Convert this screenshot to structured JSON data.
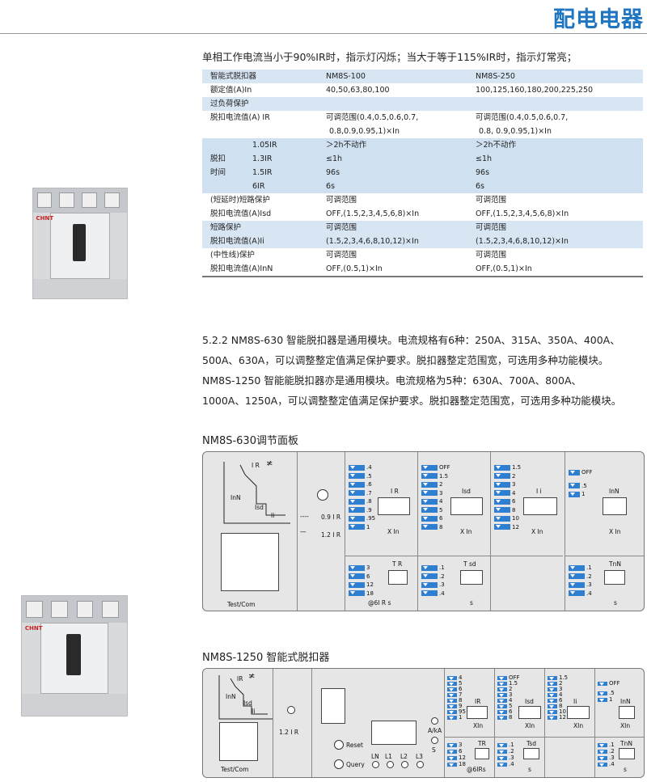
{
  "header": {
    "title": "配电电器"
  },
  "note": "单相工作电流当小于90%IR时，指示灯闪烁；当大于等于115%IR时，指示灯常亮；",
  "spec_table": {
    "rows": [
      [
        "智能式脱扣器",
        "NM8S-100",
        "NM8S-250"
      ],
      [
        "额定值(A)In",
        "40,50,63,80,100",
        "100,125,160,180,200,225,250"
      ],
      [
        "过负荷保护",
        "",
        ""
      ],
      [
        "脱扣电流值(A) IR",
        "可调范围(0.4,0.5,0.6,0.7,",
        "可调范围(0.4,0.5,0.6,0.7,"
      ],
      [
        "",
        "0.8,0.9,0.95,1)×In",
        "0.8, 0.9,0.95,1)×In"
      ]
    ],
    "trip_label1": "脱扣",
    "trip_label2": "时间",
    "trip_rows": [
      [
        "1.05IR",
        "＞2h不动作",
        "＞2h不动作"
      ],
      [
        "1.3IR",
        "≤1h",
        "≤1h"
      ],
      [
        "1.5IR",
        "96s",
        "96s"
      ],
      [
        "6IR",
        "6s",
        "6s"
      ]
    ],
    "pair_rows": [
      [
        "(短延时)短路保护",
        "脱扣电流值(A)Isd",
        "可调范围",
        "OFF,(1.5,2,3,4,5,6,8)×In",
        "可调范围",
        "OFF,(1.5,2,3,4,5,6,8)×In"
      ],
      [
        "短路保护",
        "脱扣电流值(A)Ii",
        "可调范围",
        "(1.5,2,3,4,6,8,10,12)×In",
        "可调范围",
        "(1.5,2,3,4,6,8,10,12)×In"
      ],
      [
        "(中性线)保护",
        "脱扣电流值(A)InN",
        "可调范围",
        "OFF,(0.5,1)×In",
        "可调范围",
        "OFF,(0.5,1)×In"
      ]
    ]
  },
  "paragraphs": [
    "5.2.2  NM8S-630 智能脱扣器是通用模块。电流规格有6种：250A、315A、350A、400A、",
    "500A、630A，可以调整整定值满足保护要求。脱扣器整定范围宽，可选用多种功能模块。",
    "        NM8S-1250 智能能脱扣器亦是通用模块。电流规格为5种：630A、700A、800A、",
    "1000A、1250A，可以调整整定值满足保护要求。脱扣器整定范围宽，可选用多种功能模块。"
  ],
  "section1": "NM8S-630调节面板",
  "section2": "NM8S-1250 智能式脱扣器",
  "panel1": {
    "curve_labels": {
      "ir": "I R",
      "inn": "InN",
      "isd": "Isd",
      "ii": "Ii"
    },
    "test_label": "Test/Com",
    "legend1": "0.9  I R",
    "legend2": "1.2  I R",
    "ir_values": [
      ".4",
      ".5",
      ".6",
      ".7",
      ".8",
      ".9",
      ".95",
      "1"
    ],
    "ir_label": "I R",
    "ir_unit": "X In",
    "isd_values": [
      "OFF",
      "1.5",
      "2",
      "3",
      "4",
      "5",
      "6",
      "8"
    ],
    "isd_label": "Isd",
    "isd_unit": "X In",
    "ii_values": [
      "1.5",
      "2",
      "3",
      "4",
      "6",
      "8",
      "10",
      "12"
    ],
    "ii_label": "I i",
    "ii_unit": "X In",
    "inn_values": [
      "OFF",
      ".5",
      "1"
    ],
    "inn_label": "InN",
    "inn_unit": "X In",
    "tr_values": [
      "3",
      "6",
      "12",
      "18"
    ],
    "tr_label": "T R",
    "tr_unit": "@6I R  s",
    "tsd_values": [
      ".1",
      ".2",
      ".3",
      ".4"
    ],
    "tsd_label": "T sd",
    "tsd_unit": "s",
    "tnn_values": [
      ".1",
      ".2",
      ".3",
      ".4"
    ],
    "tnn_label": "TnN",
    "tnn_unit": "s"
  },
  "panel2": {
    "curve_labels": {
      "ir": "IR",
      "inn": "InN",
      "isd": "Isd",
      "ii": "Ii"
    },
    "test_label": "Test/Com",
    "legend": "1.2 I R",
    "reset": "Reset",
    "query": "Query",
    "phases": [
      "LN",
      "L1",
      "L2",
      "L3"
    ],
    "aka": "A/kA",
    "s": "S",
    "ir_values": [
      "4",
      "5",
      "6",
      "7",
      "8",
      "9",
      "95",
      "1"
    ],
    "ir_label": "IR",
    "ir_unit": "XIn",
    "isd_values": [
      "OFF",
      "1.5",
      "2",
      "3",
      "4",
      "5",
      "6",
      "8"
    ],
    "isd_label": "Isd",
    "isd_unit": "XIn",
    "ii_values": [
      "1.5",
      "2",
      "3",
      "4",
      "6",
      "8",
      "10",
      "12"
    ],
    "ii_label": "Ii",
    "ii_unit": "XIn",
    "inn_values": [
      "OFF",
      ".5",
      "1"
    ],
    "inn_label": "InN",
    "inn_unit": "XIn",
    "tr_values": [
      "3",
      "6",
      "12",
      "18"
    ],
    "tr_label": "TR",
    "tr_unit": "@6IRs",
    "tsd_values": [
      ".1",
      ".2",
      ".3",
      ".4"
    ],
    "tsd_label": "Tsd",
    "tsd_unit": "s",
    "tnn_values": [
      ".1",
      ".2",
      ".3",
      ".4"
    ],
    "tnn_label": "TnN",
    "tnn_unit": "s"
  },
  "product_brand": "CHNT"
}
